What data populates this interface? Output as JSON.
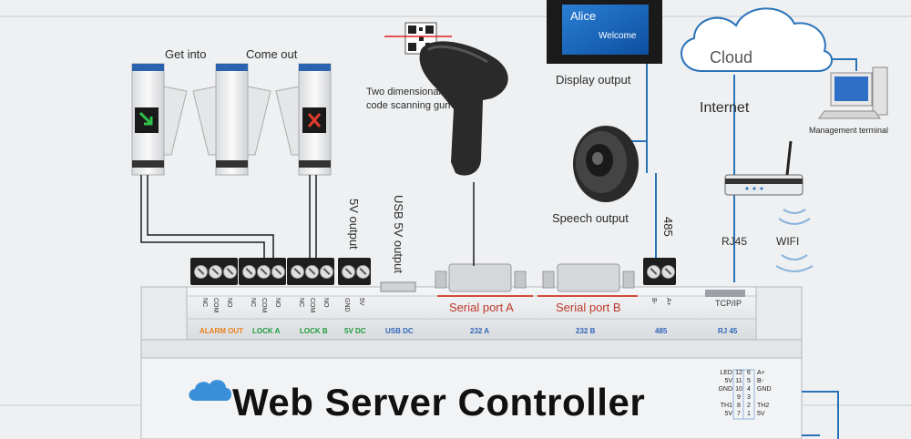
{
  "gates": {
    "get_into": "Get into",
    "come_out": "Come out"
  },
  "scanner": {
    "line1": "Two dimensional",
    "line2": "code scanning gun"
  },
  "display": {
    "name": "Alice",
    "welcome": "Welcome",
    "label": "Display output"
  },
  "speech_label": "Speech output",
  "cloud_label": "Cloud",
  "internet_label": "Internet",
  "management_label": "Management terminal",
  "rj45_label": "RJ45",
  "wifi_label": "WIFI",
  "vertical_labels": {
    "fivev": "5V output",
    "usb5v": "USB 5V output",
    "rs485": "485"
  },
  "ports": {
    "serial_a": "Serial port A",
    "serial_b": "Serial port B"
  },
  "pins": {
    "nc": "NC",
    "com": "COM",
    "no": "NO",
    "gnd": "GND",
    "v5": "5V",
    "b": "B-",
    "a": "A+",
    "tcpip": "TCP/IP"
  },
  "groups": {
    "alarm": "ALARM  OUT",
    "lock_a": "LOCK A",
    "lock_b": "LOCK B",
    "vdc": "5V DC",
    "usbdc": "USB DC",
    "s232a": "232   A",
    "s232b": "232   B",
    "r485": "485",
    "rj45": "RJ 45"
  },
  "pinout": {
    "rows": [
      [
        "LED",
        "12",
        "6",
        "A+"
      ],
      [
        "5V",
        "11",
        "5",
        "B-"
      ],
      [
        "GND",
        "10",
        "4",
        "GND"
      ],
      [
        "",
        "9",
        "3",
        ""
      ],
      [
        "TH1",
        "8",
        "2",
        "TH2"
      ],
      [
        "5V",
        "7",
        "1",
        "5V"
      ]
    ]
  },
  "title": "Web Server Controller",
  "colors": {
    "alarm": "#e8801a",
    "lock": "#1f9a3a",
    "power": "#1f9a3a",
    "blue": "#2f66b8",
    "wire": "#2a73b8",
    "port_text": "#c0392b"
  }
}
